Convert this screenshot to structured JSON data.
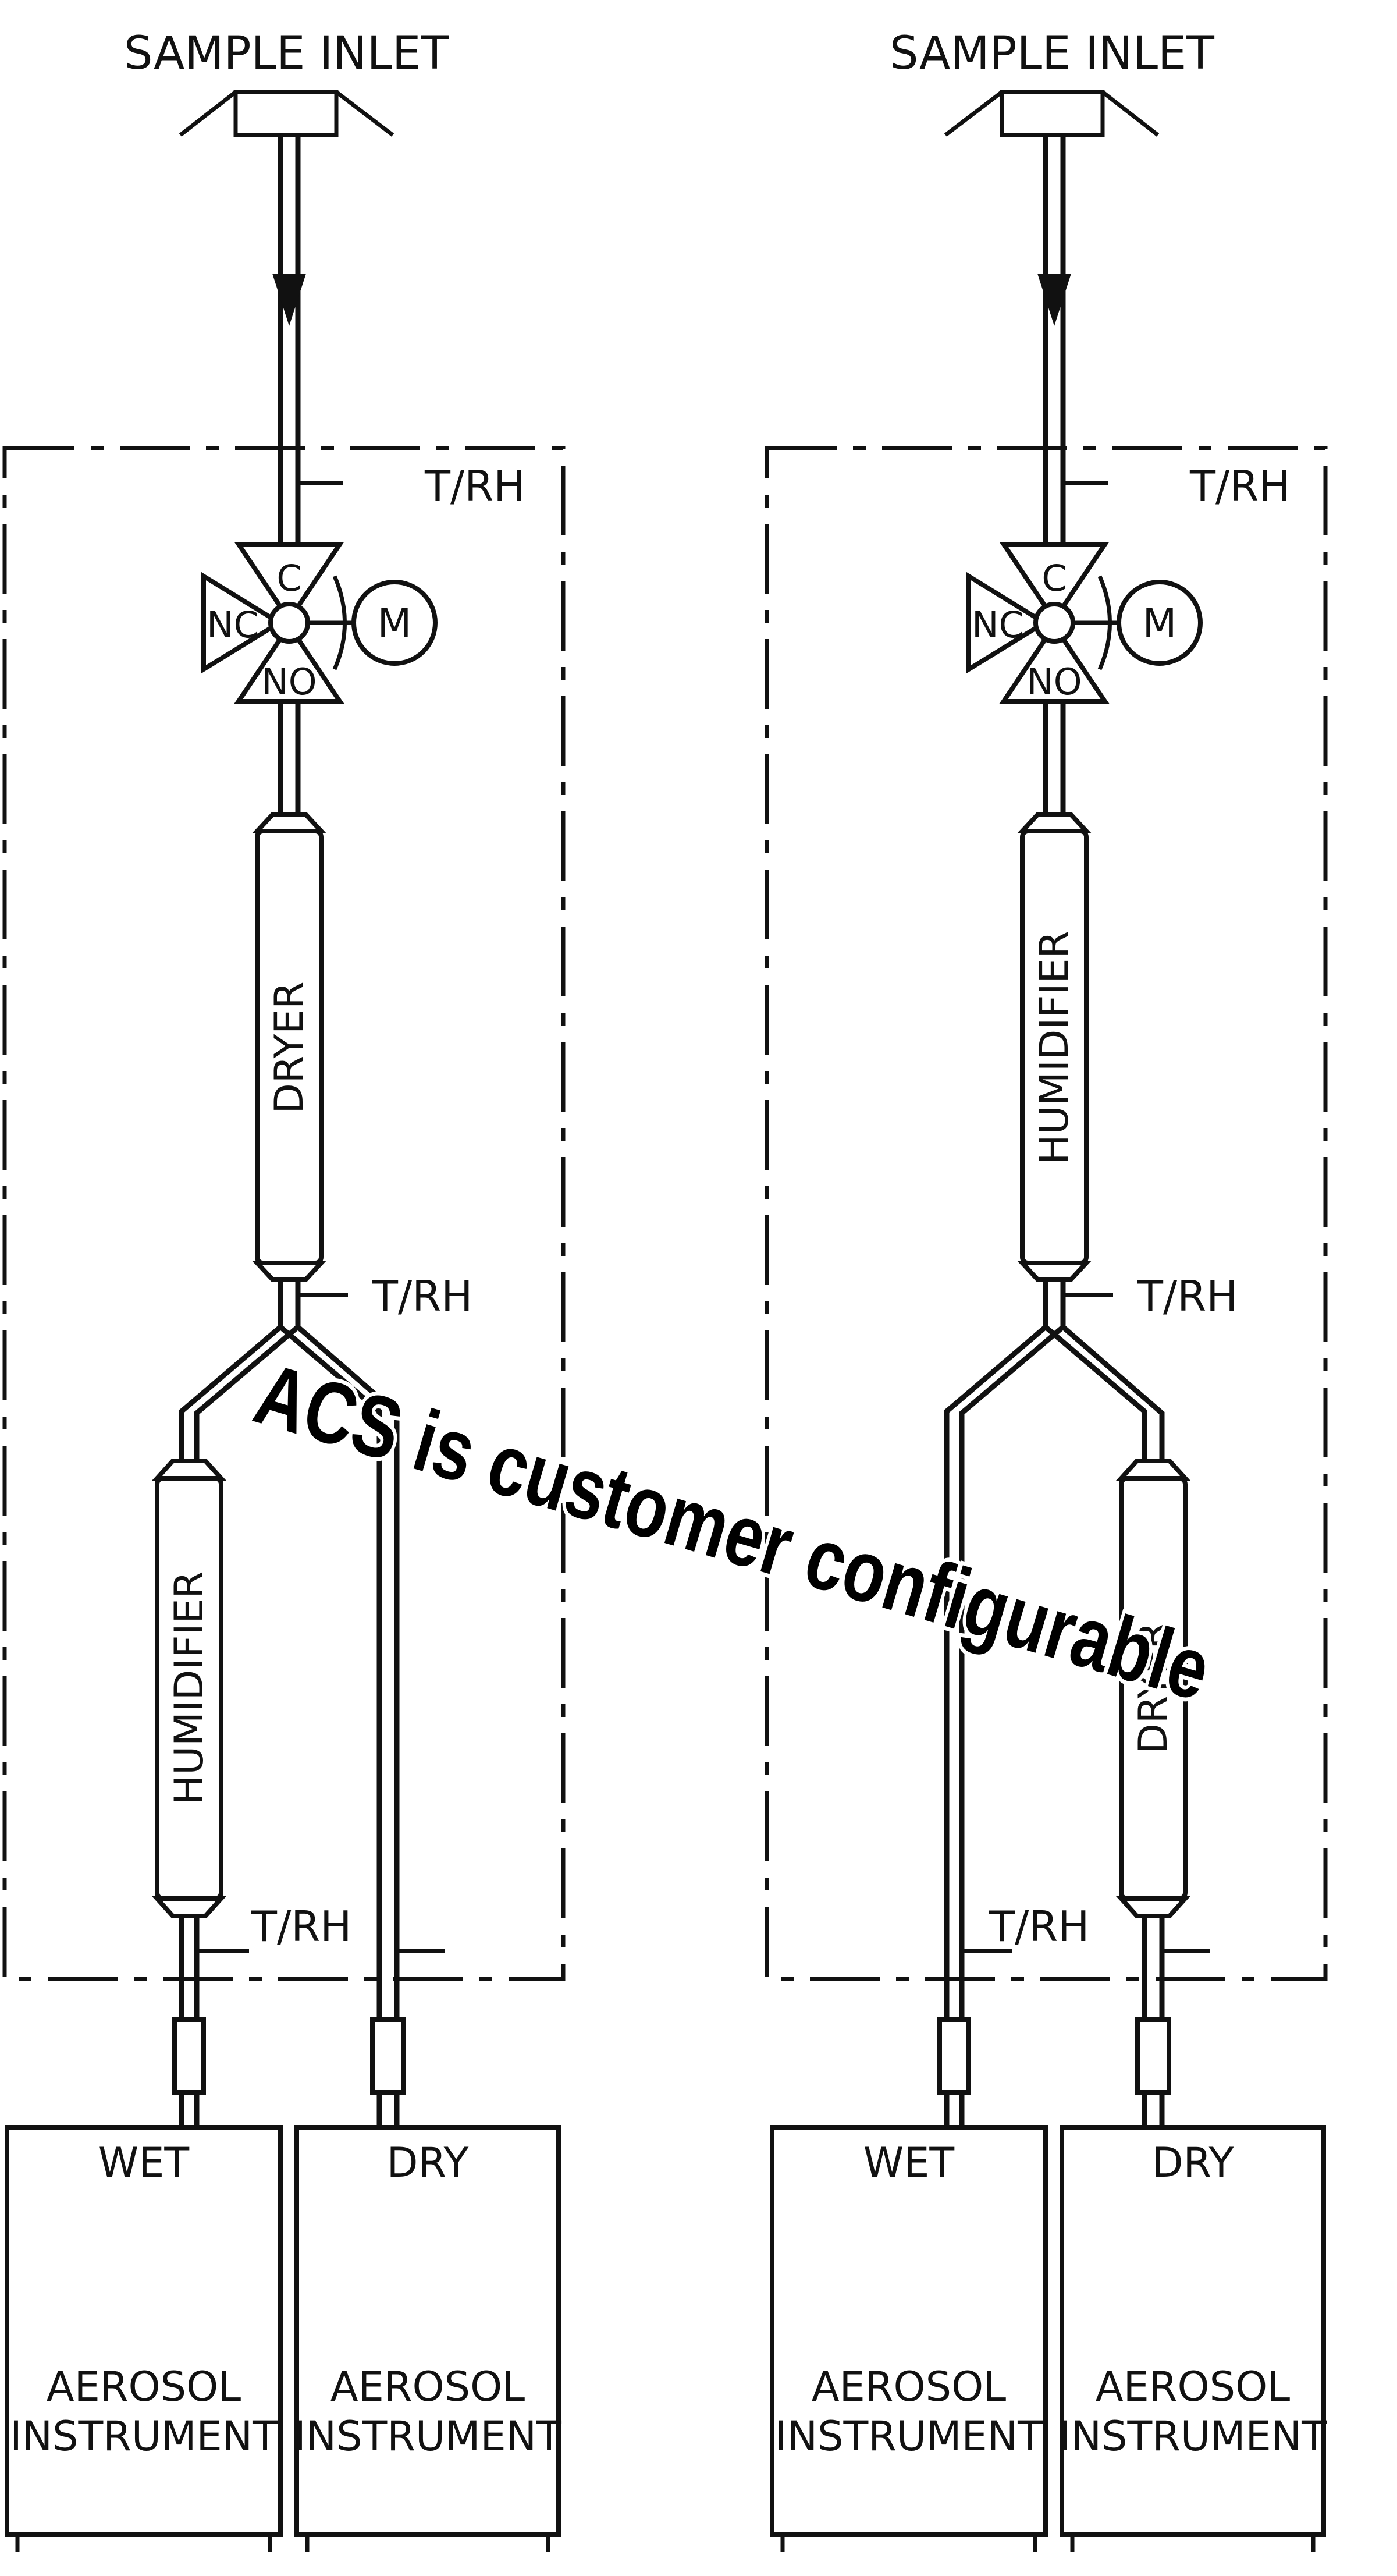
{
  "systems": [
    {
      "inlet_label": "SAMPLE INLET",
      "sensor_labels": [
        "T/RH",
        "T/RH",
        "T/RH"
      ],
      "valve": {
        "c": "C",
        "nc": "NC",
        "no": "NO",
        "motor": "M"
      },
      "upper_conditioner": "DRYER",
      "lower_conditioner": "HUMIDIFIER",
      "instruments": [
        {
          "condition": "WET",
          "line1": "AEROSOL",
          "line2": "INSTRUMENT"
        },
        {
          "condition": "DRY",
          "line1": "AEROSOL",
          "line2": "INSTRUMENT"
        }
      ]
    },
    {
      "inlet_label": "SAMPLE INLET",
      "sensor_labels": [
        "T/RH",
        "T/RH",
        "T/RH"
      ],
      "valve": {
        "c": "C",
        "nc": "NC",
        "no": "NO",
        "motor": "M"
      },
      "upper_conditioner": "HUMIDIFIER",
      "lower_conditioner": "DRYER",
      "instruments": [
        {
          "condition": "WET",
          "line1": "AEROSOL",
          "line2": "INSTRUMENT"
        },
        {
          "condition": "DRY",
          "line1": "AEROSOL",
          "line2": "INSTRUMENT"
        }
      ]
    }
  ],
  "overlay_text": "ACS is customer configurable",
  "colors": {
    "line": "#111111",
    "background": "#ffffff"
  }
}
